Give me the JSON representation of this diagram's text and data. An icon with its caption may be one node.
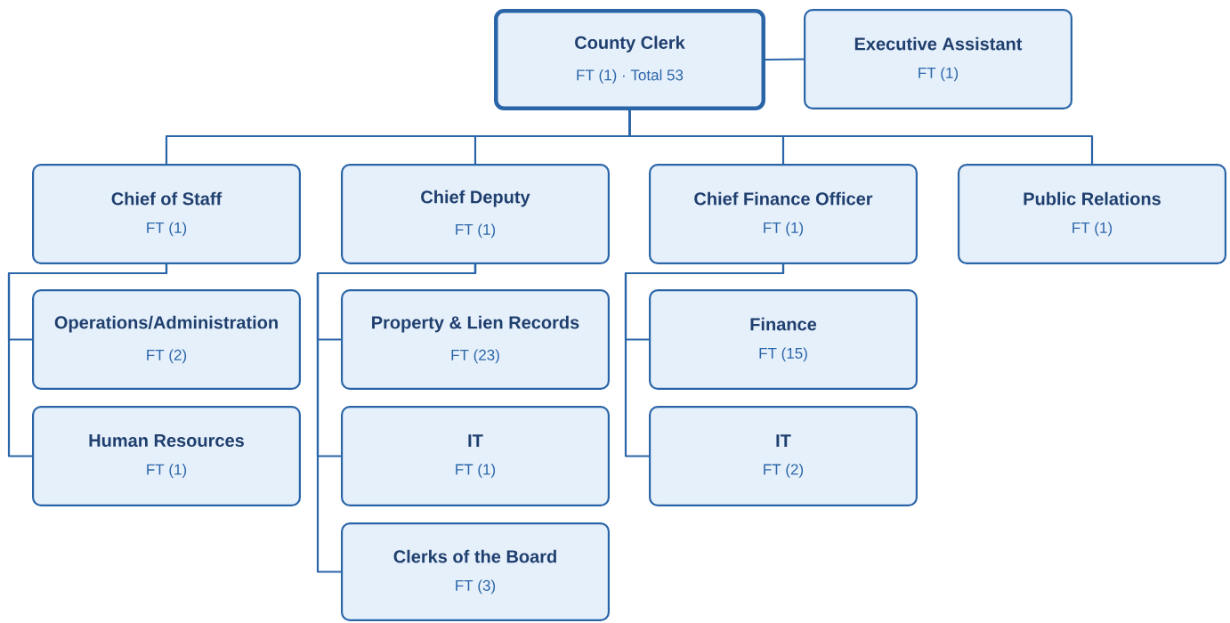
{
  "diagram": {
    "nodes": [
      {
        "text": [
          "County Clerk",
          "FT (1) · Total 53"
        ]
      },
      {
        "text": [
          "Executive Assistant",
          "FT (1)"
        ]
      },
      {
        "text": [
          "Chief of Staff",
          "FT (1)"
        ]
      },
      {
        "text": [
          "Chief Deputy",
          "FT (1)"
        ]
      },
      {
        "text": [
          "Chief Finance Officer",
          "FT (1)"
        ]
      },
      {
        "text": [
          "Public Relations",
          "FT (1)"
        ]
      },
      {
        "text": [
          "Operations/Administration",
          "FT (2)"
        ]
      },
      {
        "text": [
          "Human Resources",
          "FT (1)"
        ]
      },
      {
        "text": [
          "Property & Lien Records",
          "FT (23)"
        ]
      },
      {
        "text": [
          "IT",
          "FT (1)"
        ]
      },
      {
        "text": [
          "Clerks of the Board",
          "FT (3)"
        ]
      },
      {
        "text": [
          "Finance",
          "FT (15)"
        ]
      },
      {
        "text": [
          "IT",
          "FT (2)"
        ]
      }
    ],
    "edges": [
      {
        "from": 0,
        "to": 1,
        "arrow": "none"
      },
      {
        "from": 0,
        "to": 2,
        "arrow": "none"
      },
      {
        "from": 0,
        "to": 3,
        "arrow": "none"
      },
      {
        "from": 0,
        "to": 4,
        "arrow": "none"
      },
      {
        "from": 0,
        "to": 5,
        "arrow": "none"
      },
      {
        "from": 2,
        "to": 6,
        "arrow": "none"
      },
      {
        "from": 2,
        "to": 7,
        "arrow": "none"
      },
      {
        "from": 3,
        "to": 8,
        "arrow": "none"
      },
      {
        "from": 3,
        "to": 9,
        "arrow": "none"
      },
      {
        "from": 3,
        "to": 10,
        "arrow": "none"
      },
      {
        "from": 4,
        "to": 11,
        "arrow": "none"
      },
      {
        "from": 4,
        "to": 12,
        "arrow": "none"
      }
    ]
  }
}
